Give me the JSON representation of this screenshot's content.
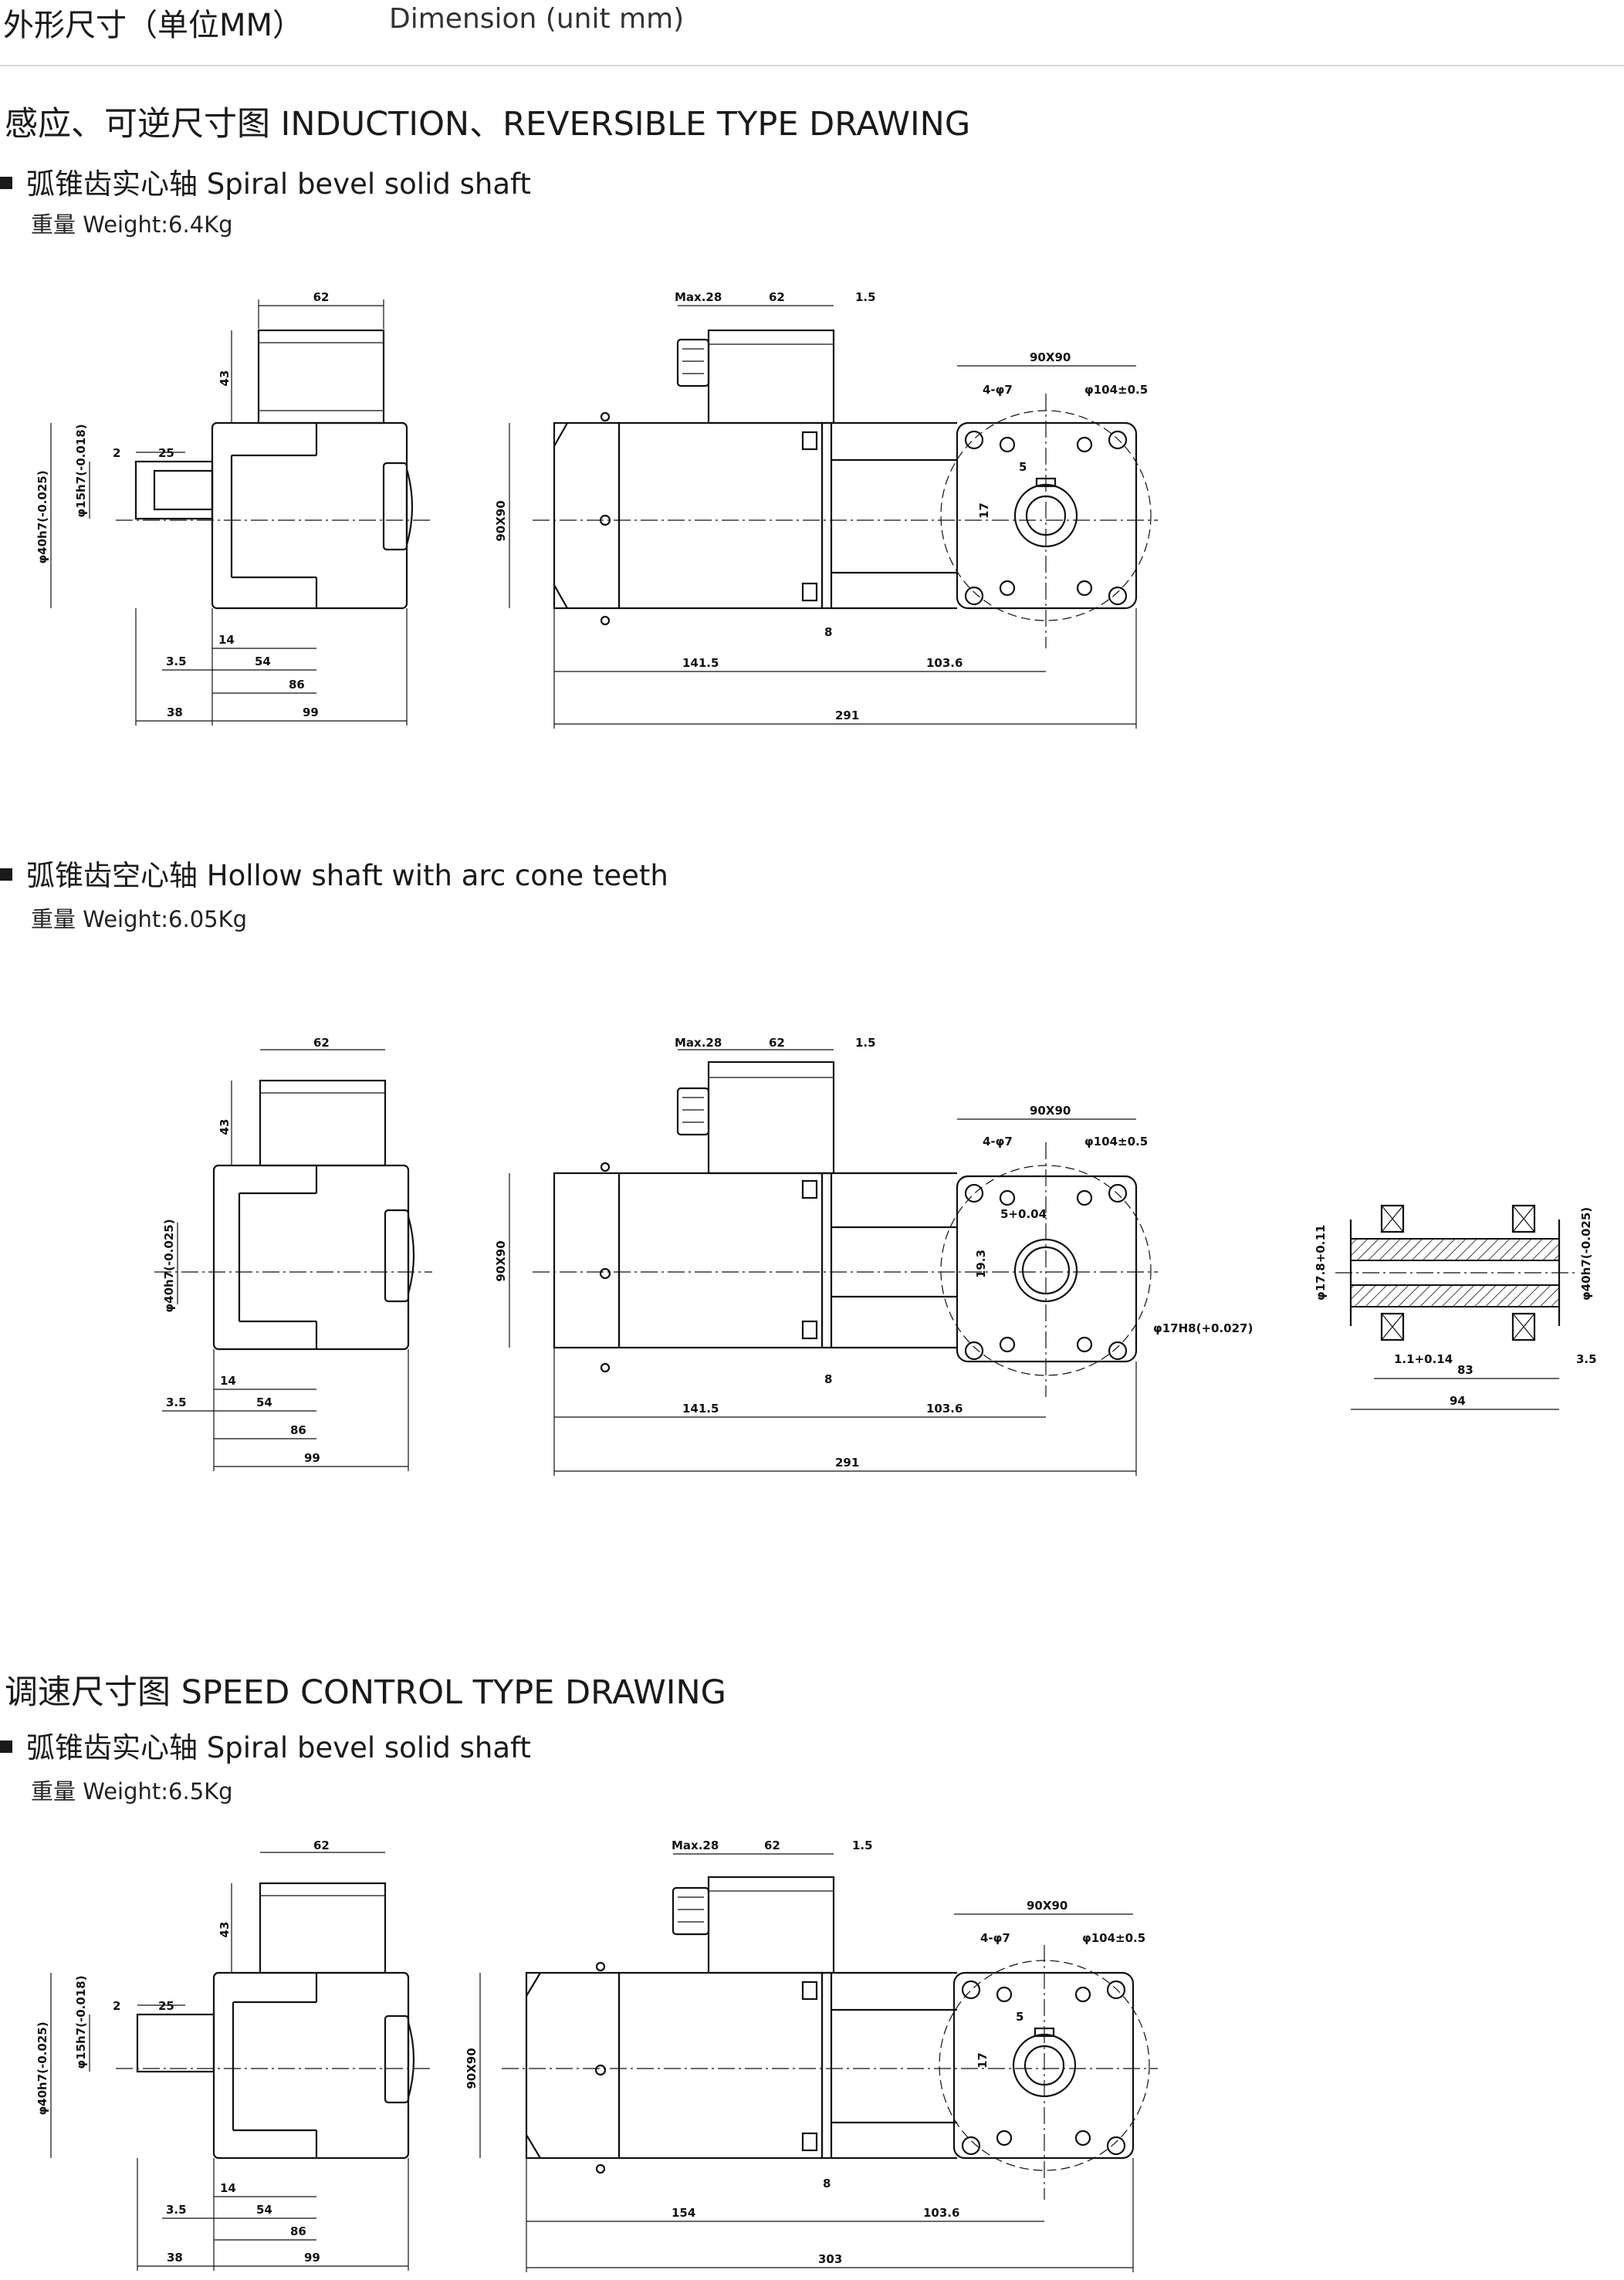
{
  "header": {
    "title_cn": "外形尺寸（单位MM）",
    "title_en": "Dimension (unit mm)"
  },
  "sections": [
    {
      "heading": "感应、可逆尺寸图 INDUCTION、REVERSIBLE TYPE DRAWING"
    },
    {
      "heading": "调速尺寸图 SPEED CONTROL TYPE DRAWING"
    }
  ],
  "drawings": [
    {
      "label": "弧锥齿实心轴 Spiral bevel solid shaft",
      "weight": "重量 Weight:6.4Kg",
      "dims": {
        "d62": "62",
        "d43": "43",
        "d2": "2",
        "d25": "25",
        "shaft15": "φ15h7(-0.018)",
        "shaft40": "φ40h7(-0.025)",
        "d14": "14",
        "d3_5": "3.5",
        "d54": "54",
        "d86": "86",
        "d38": "38",
        "d99": "99",
        "max28": "Max.28",
        "d1_5": "1.5",
        "sq90": "90X90",
        "holes": "4-φ7",
        "pcd": "φ104±0.5",
        "d5": "5",
        "d17": "17",
        "d8": "8",
        "d141_5": "141.5",
        "d103_6": "103.6",
        "total": "291"
      }
    },
    {
      "label": "弧锥齿空心轴 Hollow shaft with arc cone teeth",
      "weight": "重量 Weight:6.05Kg",
      "dims": {
        "d62": "62",
        "d43": "43",
        "shaft40": "φ40h7(-0.025)",
        "d14": "14",
        "d3_5": "3.5",
        "d54": "54",
        "d86": "86",
        "d99": "99",
        "max28": "Max.28",
        "d1_5": "1.5",
        "sq90": "90X90",
        "holes": "4-φ7",
        "pcd": "φ104±0.5",
        "key5": "5+0.04",
        "d19_3": "19.3",
        "bore": "φ17H8(+0.027)",
        "d8": "8",
        "d141_5": "141.5",
        "d103_6": "103.6",
        "total": "291",
        "sec_bore": "φ17.8+0.11",
        "sec_out": "φ40h7(-0.025)",
        "d1_1": "1.1+0.14",
        "d83": "83",
        "d3_5b": "3.5",
        "d94": "94"
      }
    },
    {
      "label": "弧锥齿实心轴 Spiral bevel solid shaft",
      "weight": "重量 Weight:6.5Kg",
      "dims": {
        "d62": "62",
        "d43": "43",
        "d2": "2",
        "d25": "25",
        "shaft15": "φ15h7(-0.018)",
        "shaft40": "φ40h7(-0.025)",
        "d14": "14",
        "d3_5": "3.5",
        "d54": "54",
        "d86": "86",
        "d38": "38",
        "d99": "99",
        "max28": "Max.28",
        "d1_5": "1.5",
        "sq90": "90X90",
        "holes": "4-φ7",
        "pcd": "φ104±0.5",
        "d5": "5",
        "d17": "17",
        "d8": "8",
        "d154": "154",
        "d103_6": "103.6",
        "total": "303"
      }
    }
  ]
}
